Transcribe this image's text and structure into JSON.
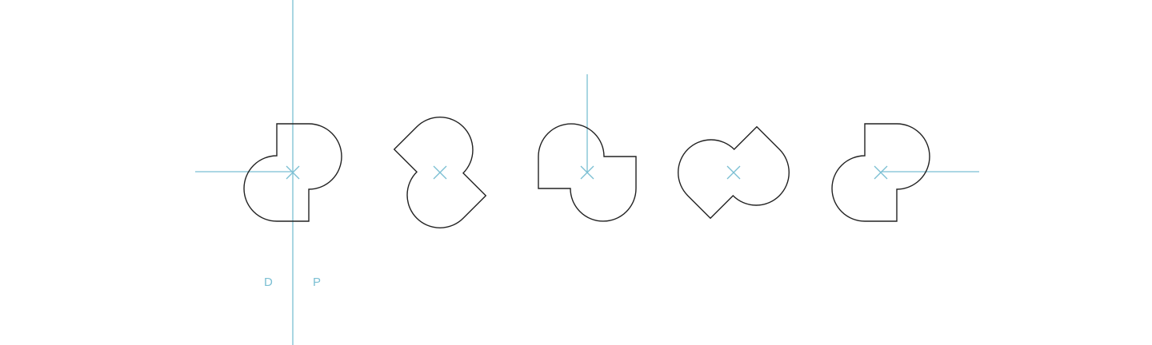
{
  "colors": {
    "outline": "#222222",
    "guide": "#7bbfd3",
    "background": "#ffffff"
  },
  "labels": {
    "left": "D",
    "right": "P"
  },
  "shapes": [
    {
      "name": "shape-1",
      "rotation_deg": 0,
      "center_marker": "x-mark-icon"
    },
    {
      "name": "shape-2",
      "rotation_deg": -45,
      "center_marker": "x-mark-icon"
    },
    {
      "name": "shape-3",
      "rotation_deg": -90,
      "center_marker": "x-mark-icon"
    },
    {
      "name": "shape-4",
      "rotation_deg": -135,
      "center_marker": "x-mark-icon"
    },
    {
      "name": "shape-5",
      "rotation_deg": 0,
      "center_marker": "x-mark-icon"
    }
  ]
}
